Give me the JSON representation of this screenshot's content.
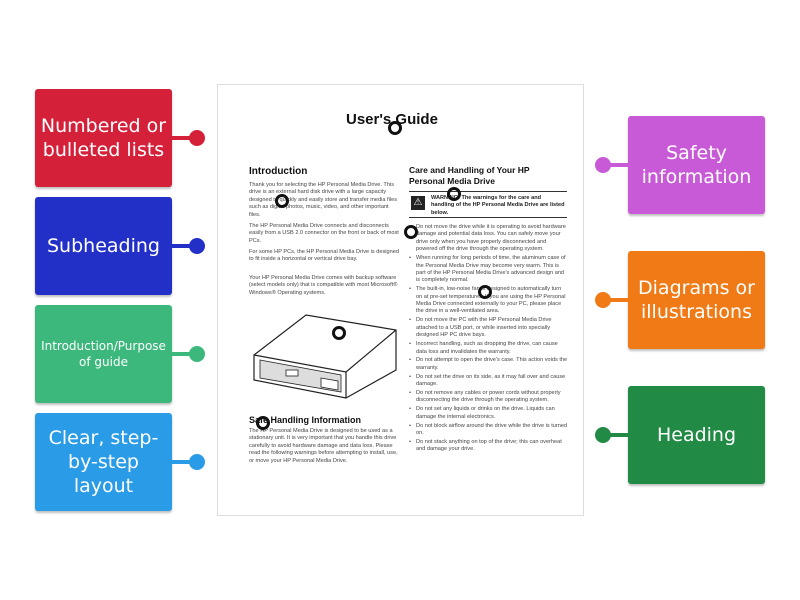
{
  "labels_left": [
    {
      "text": "Numbered or bulleted lists",
      "color": "#d5203a"
    },
    {
      "text": "Subheading",
      "color": "#2330c8"
    },
    {
      "text": "Introduction/Purpose of guide",
      "color": "#3cb87c"
    },
    {
      "text": "Clear, step-by-step layout",
      "color": "#2a9be6"
    }
  ],
  "labels_right": [
    {
      "text": "Safety information",
      "color": "#c85ad8"
    },
    {
      "text": "Diagrams or illustrations",
      "color": "#f07a16"
    },
    {
      "text": "Heading",
      "color": "#218a44"
    }
  ],
  "document": {
    "title": "User's Guide",
    "intro_heading": "Introduction",
    "intro_paras": [
      "Thank you for selecting the HP Personal Media Drive. This drive is an external hard disk drive with a large capacity designed to quickly and easily store and transfer media files such as digital photos, music, video, and other important files.",
      "The HP Personal Media Drive connects and disconnects easily from a USB 2.0 connector on the front or back of most PCs.",
      "For some HP PCs, the HP Personal Media Drive is designed to fit inside a horizontal or vertical drive bay.",
      "Your HP Personal Media Drive comes with backup software (select models only) that is compatible with most Microsoft® Windows® Operating systems."
    ],
    "safe_heading": "Safe Handling Information",
    "safe_para": "The HP Personal Media Drive is designed to be used as a stationary unit. It is very important that you handle this drive carefully to avoid hardware damage and data loss. Please read the following warnings before attempting to install, use, or move your HP Personal Media Drive.",
    "care_heading": "Care and Handling of Your HP Personal Media Drive",
    "warning": "WARNING: The warnings for the care and handling of the HP Personal Media Drive are listed below.",
    "bullets": [
      "Do not move the drive while it is operating to avoid hardware damage and potential data loss. You can safely move your drive only when you have properly disconnected and powered off the drive through the operating system.",
      "When running for long periods of time, the aluminum case of the Personal Media Drive may become very warm. This is part of the HP Personal Media Drive's advanced design and is completely normal.",
      "The built-in, low-noise fan is designed to automatically turn on at pre-set temperatures. If you are using the HP Personal Media Drive connected externally to your PC, please place the drive in a well-ventilated area.",
      "Do not move the PC with the HP Personal Media Drive attached to a USB port, or while inserted into specially designed HP PC drive bays.",
      "Incorrect handling, such as dropping the drive, can cause data loss and invalidates the warranty.",
      "Do not attempt to open the drive's case. This action voids the warranty.",
      "Do not set the drive on its side, as it may fall over and cause damage.",
      "Do not remove any cables or power cords without properly disconnecting the drive through the operating system.",
      "Do not set any liquids or drinks on the drive. Liquids can damage the internal electronics.",
      "Do not block airflow around the drive while the drive is turned on.",
      "Do not stack anything on top of the drive; this can overheat and damage your drive."
    ]
  }
}
